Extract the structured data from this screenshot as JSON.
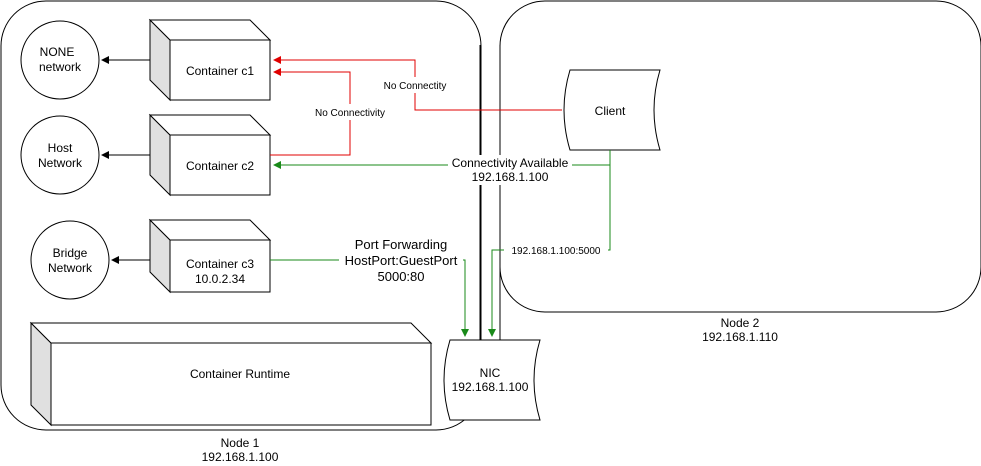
{
  "nodes": {
    "node1": {
      "name": "Node 1",
      "ip": "192.168.1.100"
    },
    "node2": {
      "name": "Node 2",
      "ip": "192.168.1.110"
    }
  },
  "networks": {
    "none": {
      "line1": "NONE",
      "line2": "network"
    },
    "host": {
      "line1": "Host",
      "line2": "Network"
    },
    "bridge": {
      "line1": "Bridge",
      "line2": "Network"
    }
  },
  "containers": {
    "c1": {
      "label": "Container c1"
    },
    "c2": {
      "label": "Container c2"
    },
    "c3": {
      "label": "Container c3",
      "ip": "10.0.2.34"
    },
    "runtime": {
      "label": "Container Runtime"
    }
  },
  "nic": {
    "label": "NIC",
    "ip": "192.168.1.100"
  },
  "client": {
    "label": "Client"
  },
  "edges": {
    "no_conn_1": "No Connectity",
    "no_conn_2": "No Connectivity",
    "conn_available": "Connectivity Available",
    "conn_available_ip": "192.168.1.100",
    "client_to_nic": "192.168.1.100:5000",
    "port_fwd_line1": "Port Forwarding",
    "port_fwd_line2": "HostPort:GuestPort",
    "port_fwd_line3": "5000:80"
  },
  "colors": {
    "no_connectivity": "#e00000",
    "connectivity": "#1a8a1a",
    "stroke": "#000000",
    "box_side": "#e0e0e0"
  }
}
